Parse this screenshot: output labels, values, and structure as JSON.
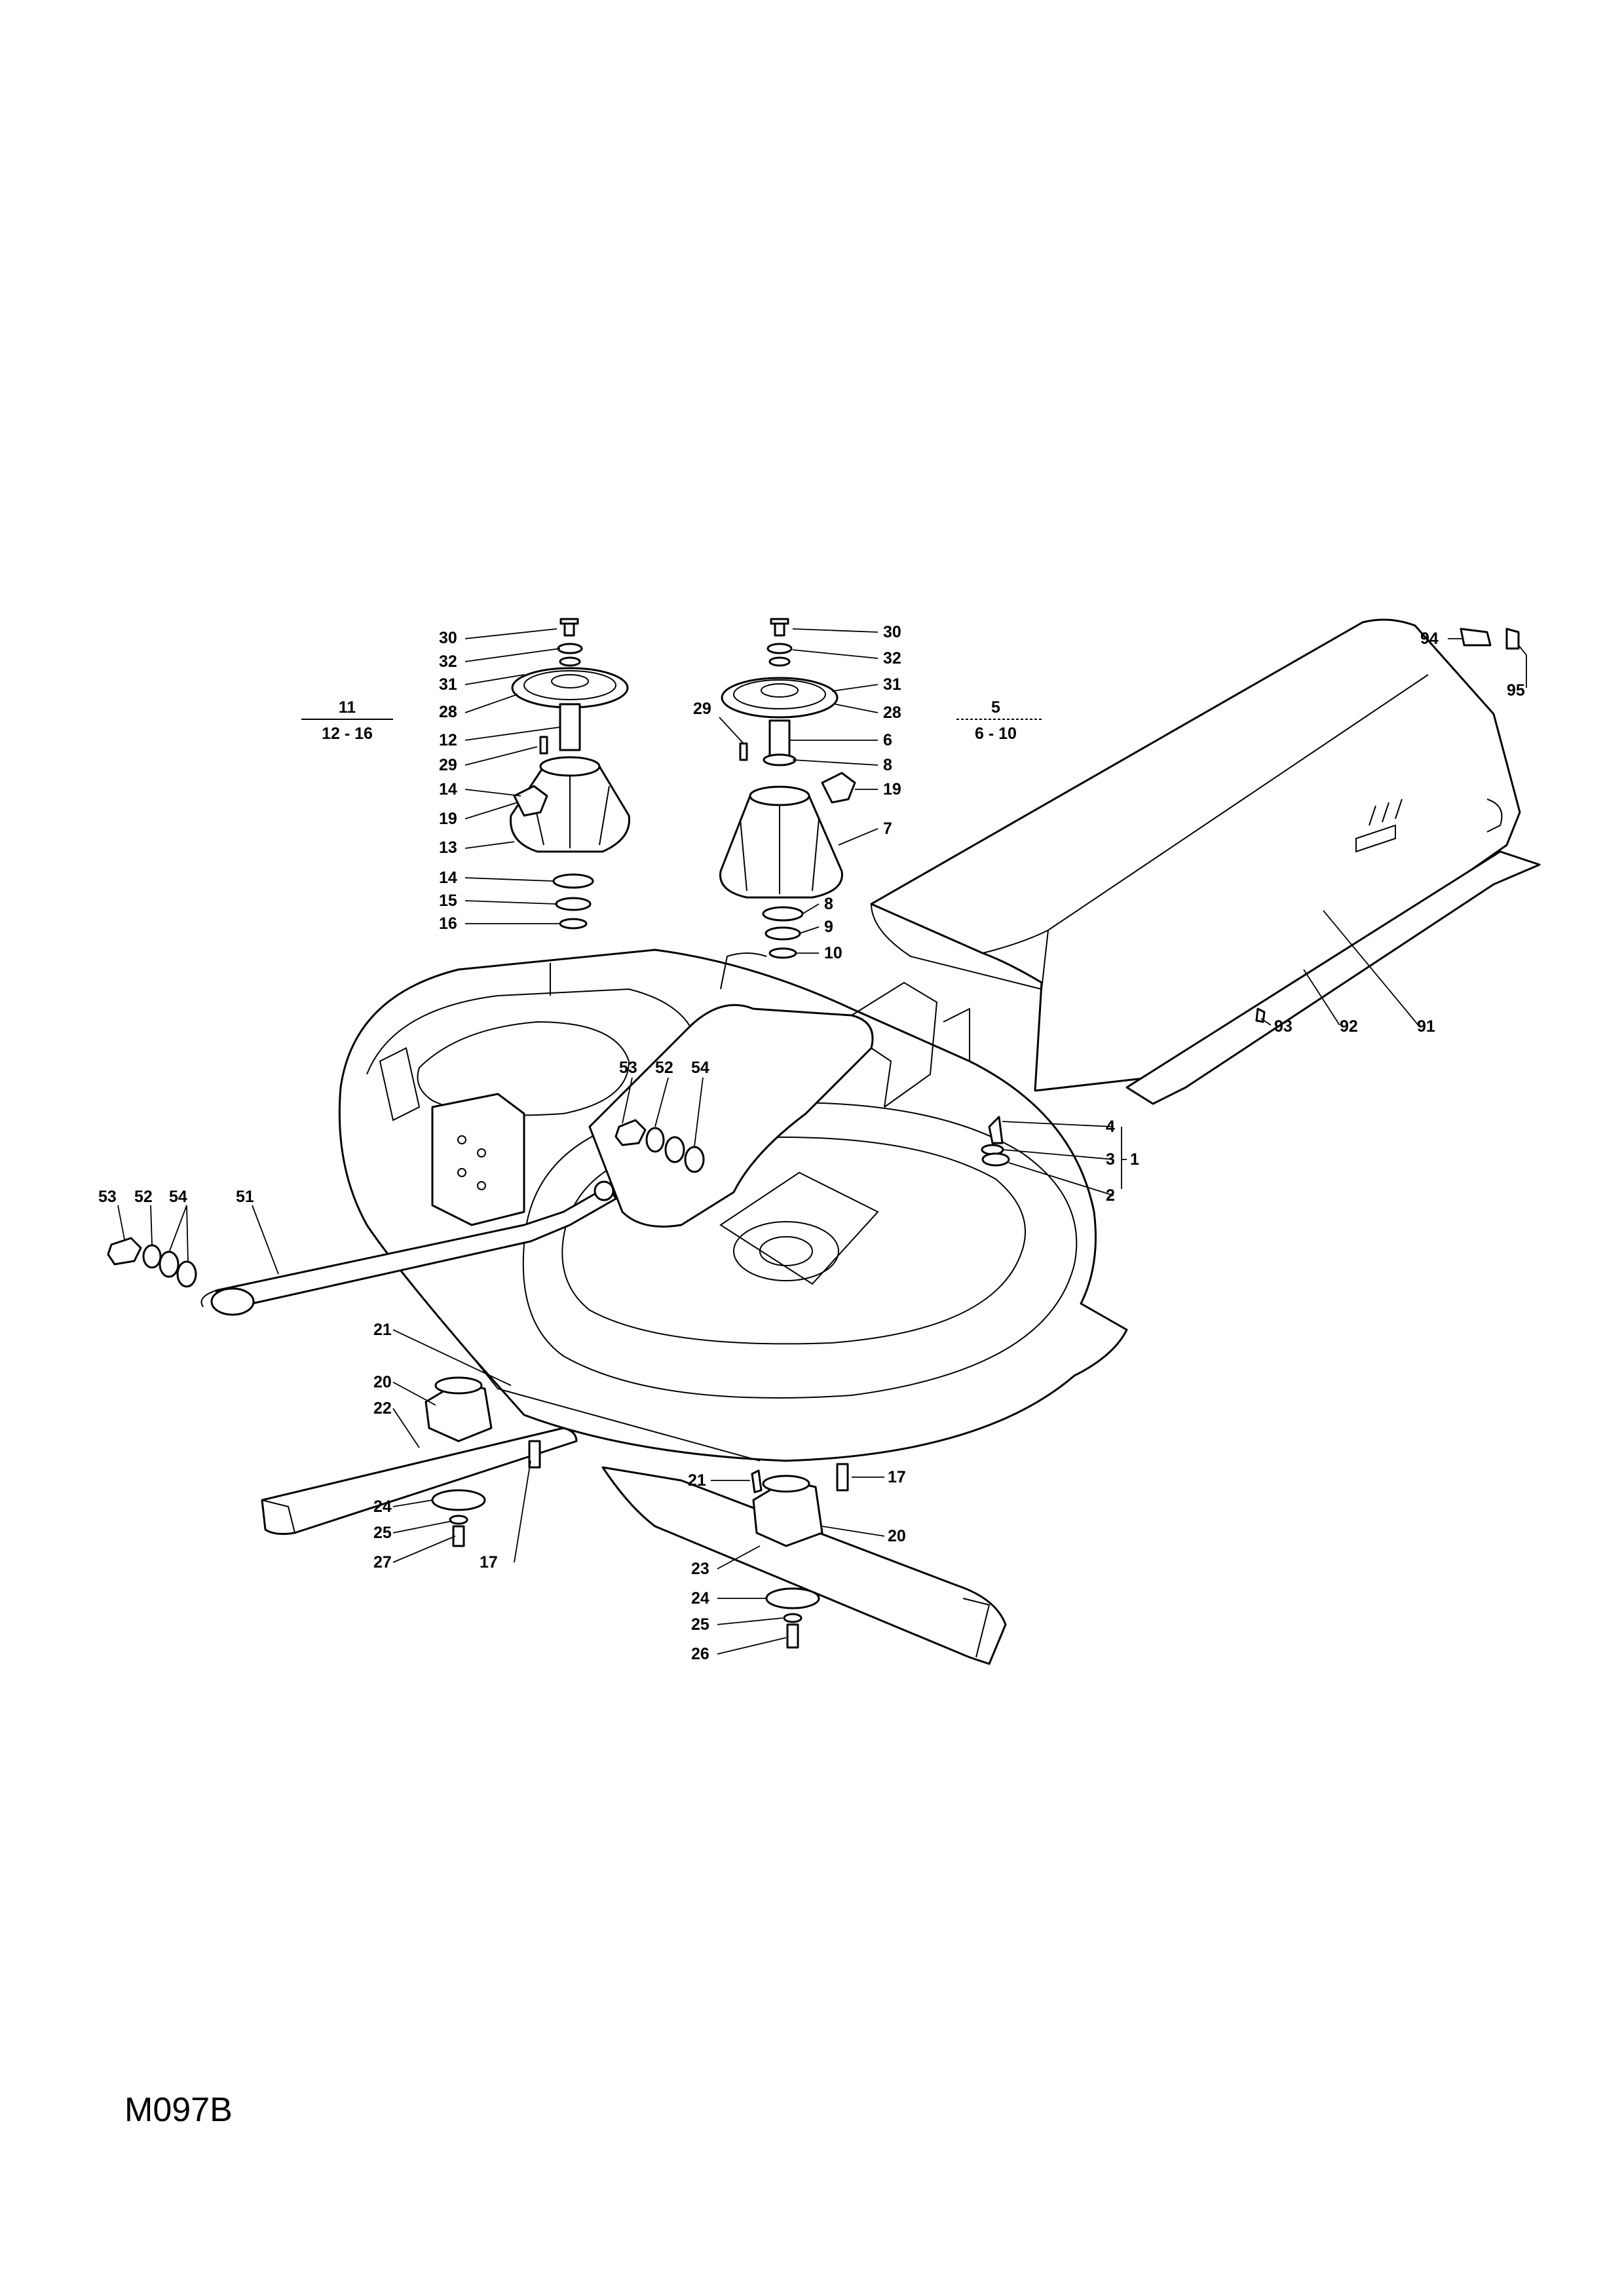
{
  "drawing_code": "M097B",
  "group_labels": [
    {
      "id": "g11",
      "top": "11",
      "bottom": "12 - 16"
    },
    {
      "id": "g5",
      "top": "5",
      "bottom": "6 - 10"
    }
  ],
  "bracket_label": "1",
  "callouts": [
    {
      "id": "c30a",
      "text": "30"
    },
    {
      "id": "c32a",
      "text": "32"
    },
    {
      "id": "c31a",
      "text": "31"
    },
    {
      "id": "c28a",
      "text": "28"
    },
    {
      "id": "c12",
      "text": "12"
    },
    {
      "id": "c29a",
      "text": "29"
    },
    {
      "id": "c14a",
      "text": "14"
    },
    {
      "id": "c19a",
      "text": "19"
    },
    {
      "id": "c13",
      "text": "13"
    },
    {
      "id": "c14b",
      "text": "14"
    },
    {
      "id": "c15",
      "text": "15"
    },
    {
      "id": "c16",
      "text": "16"
    },
    {
      "id": "c30b",
      "text": "30"
    },
    {
      "id": "c32b",
      "text": "32"
    },
    {
      "id": "c31b",
      "text": "31"
    },
    {
      "id": "c28b",
      "text": "28"
    },
    {
      "id": "c29b",
      "text": "29"
    },
    {
      "id": "c6",
      "text": "6"
    },
    {
      "id": "c8a",
      "text": "8"
    },
    {
      "id": "c19b",
      "text": "19"
    },
    {
      "id": "c7",
      "text": "7"
    },
    {
      "id": "c8b",
      "text": "8"
    },
    {
      "id": "c9",
      "text": "9"
    },
    {
      "id": "c10",
      "text": "10"
    },
    {
      "id": "c94",
      "text": "94"
    },
    {
      "id": "c95",
      "text": "95"
    },
    {
      "id": "c93",
      "text": "93"
    },
    {
      "id": "c92",
      "text": "92"
    },
    {
      "id": "c91",
      "text": "91"
    },
    {
      "id": "c53a",
      "text": "53"
    },
    {
      "id": "c52a",
      "text": "52"
    },
    {
      "id": "c54a",
      "text": "54"
    },
    {
      "id": "c4",
      "text": "4"
    },
    {
      "id": "c3",
      "text": "3"
    },
    {
      "id": "c2",
      "text": "2"
    },
    {
      "id": "c53b",
      "text": "53"
    },
    {
      "id": "c52b",
      "text": "52"
    },
    {
      "id": "c54b",
      "text": "54"
    },
    {
      "id": "c51",
      "text": "51"
    },
    {
      "id": "c21a",
      "text": "21"
    },
    {
      "id": "c20a",
      "text": "20"
    },
    {
      "id": "c22",
      "text": "22"
    },
    {
      "id": "c24a",
      "text": "24"
    },
    {
      "id": "c25a",
      "text": "25"
    },
    {
      "id": "c27",
      "text": "27"
    },
    {
      "id": "c17a",
      "text": "17"
    },
    {
      "id": "c21b",
      "text": "21"
    },
    {
      "id": "c17b",
      "text": "17"
    },
    {
      "id": "c20b",
      "text": "20"
    },
    {
      "id": "c23",
      "text": "23"
    },
    {
      "id": "c24b",
      "text": "24"
    },
    {
      "id": "c25b",
      "text": "25"
    },
    {
      "id": "c26",
      "text": "26"
    }
  ]
}
